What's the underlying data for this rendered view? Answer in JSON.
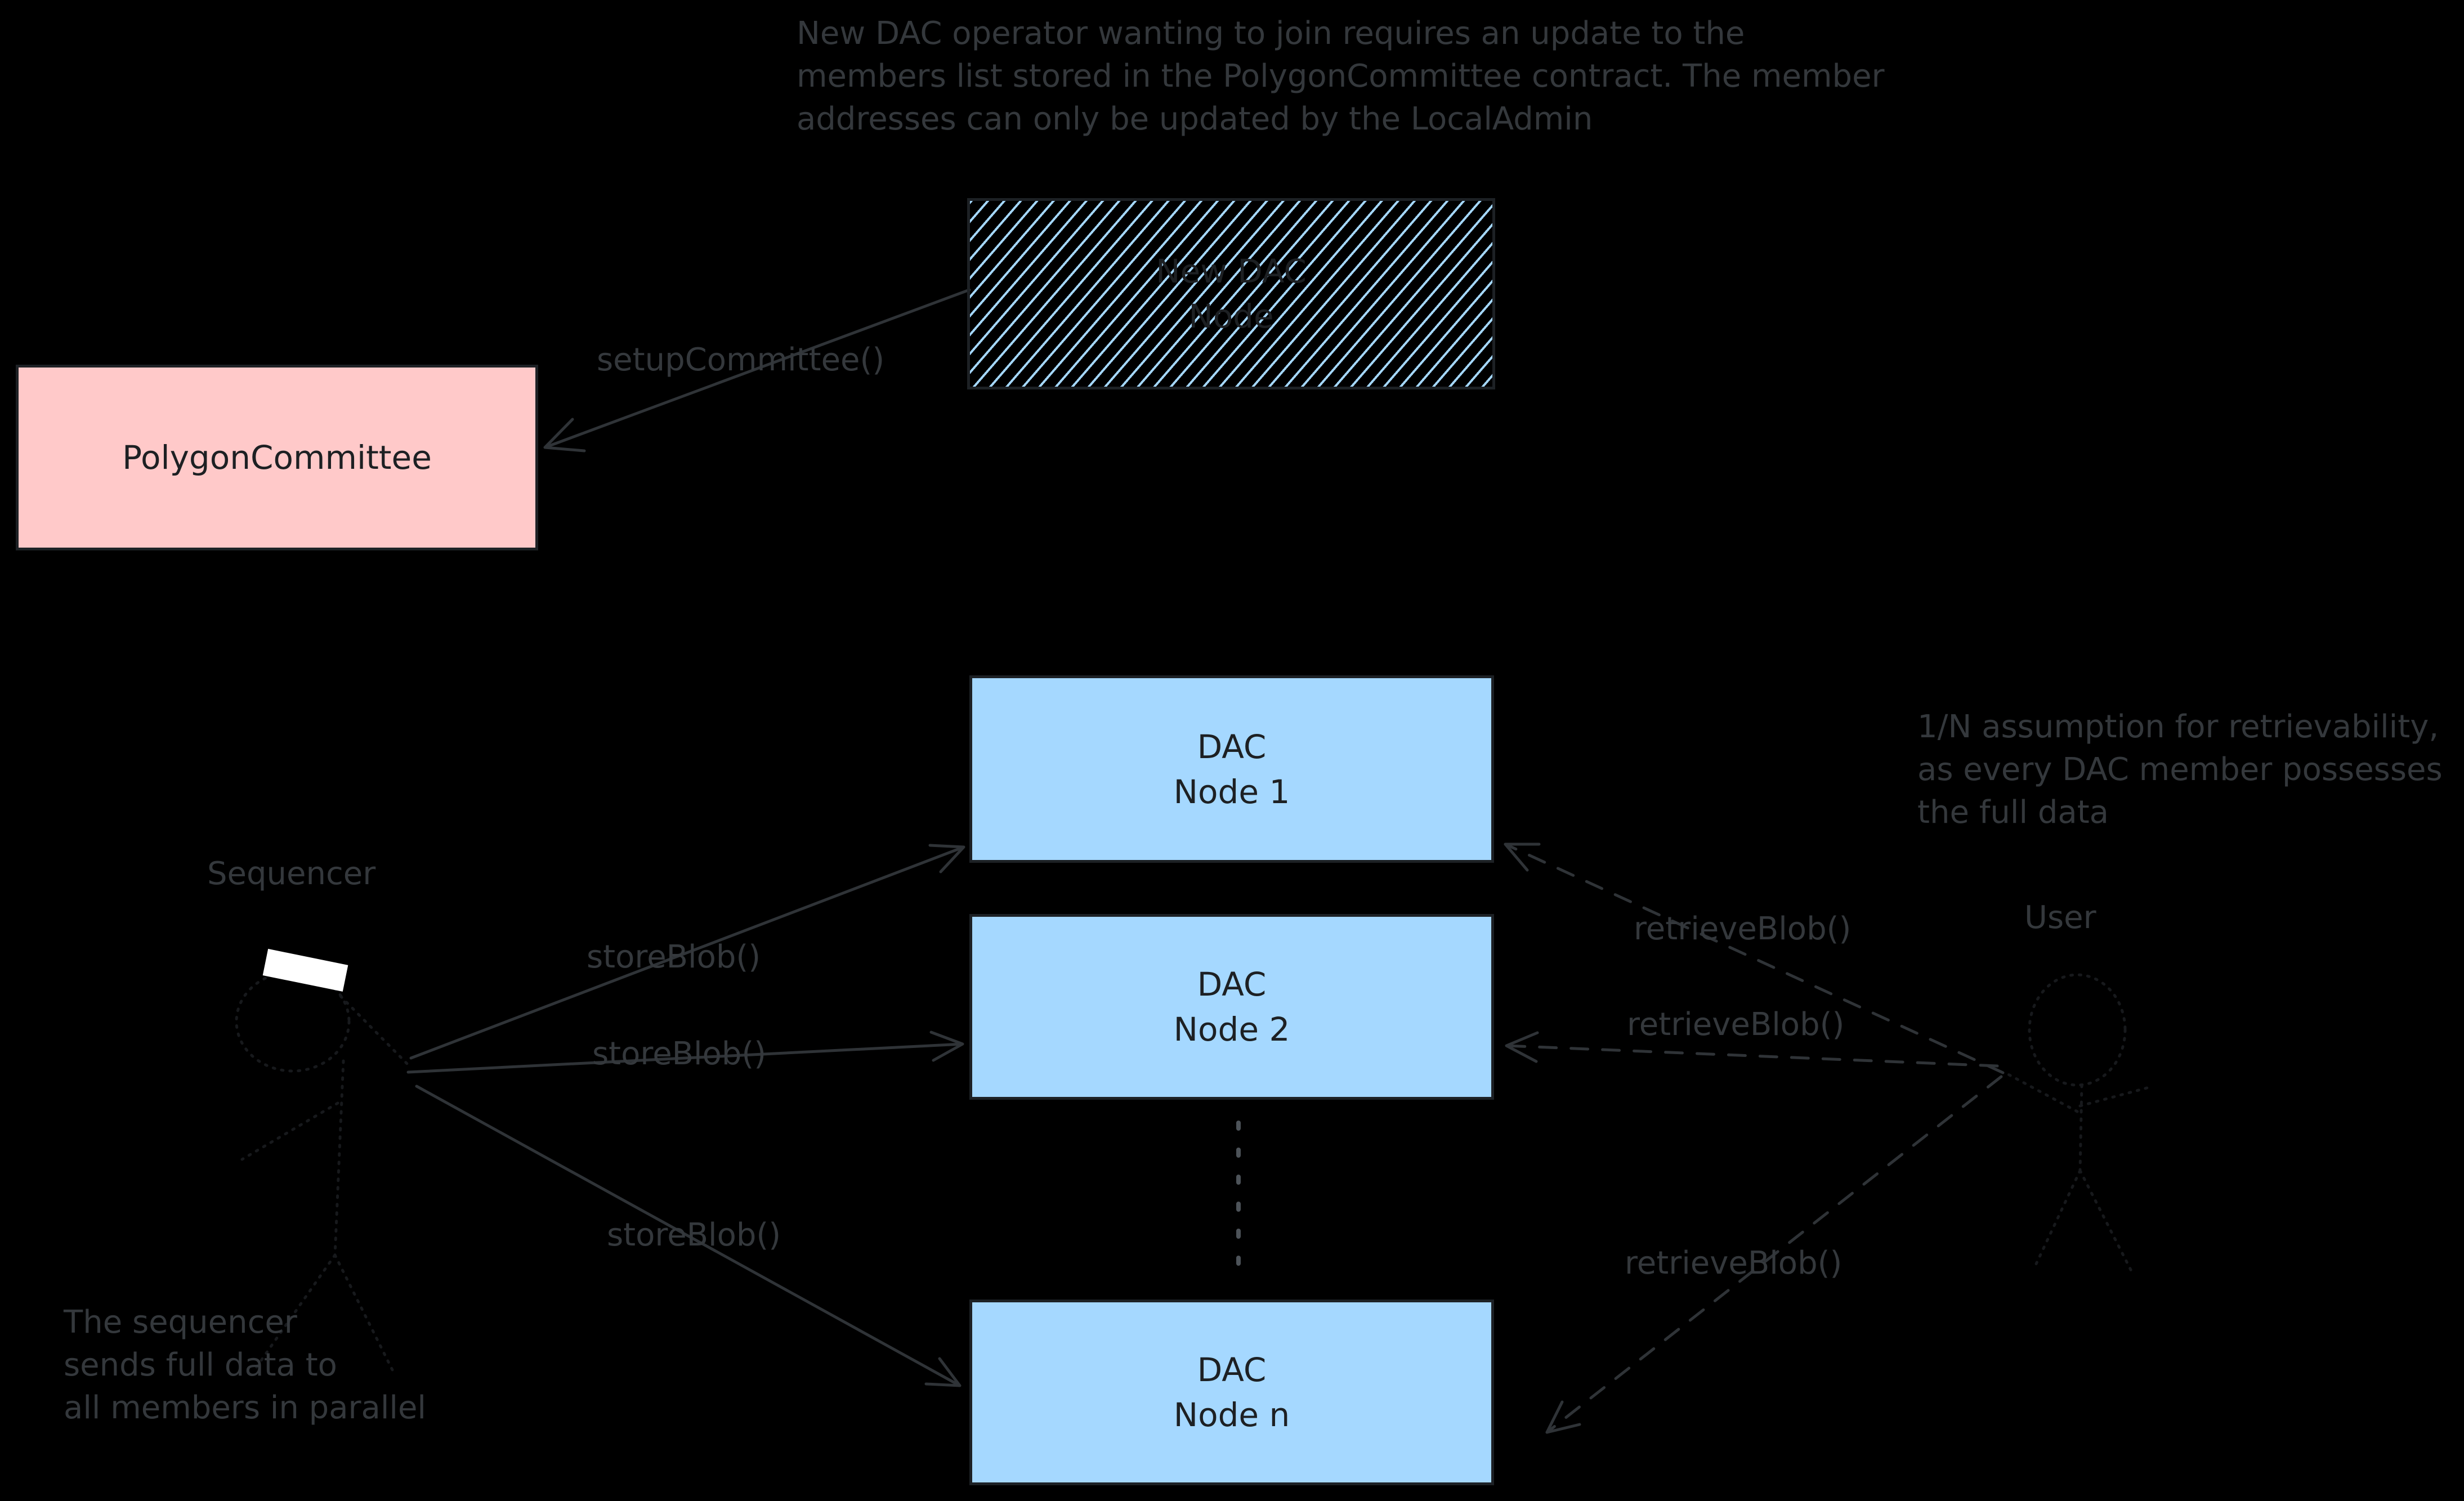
{
  "annotations": {
    "top_note": {
      "line1": "New DAC operator wanting to join requires an update to the",
      "line2": "members list stored in the PolygonCommittee contract. The member",
      "line3": "addresses can only be updated by the LocalAdmin"
    },
    "retrievability_note": {
      "line1": "1/N assumption for retrievability,",
      "line2": "as every DAC member possesses",
      "line3": "the full data"
    },
    "sequencer_note": {
      "line1": "The sequencer",
      "line2": "sends full data to",
      "line3": "all members in parallel"
    }
  },
  "actors": {
    "sequencer": "Sequencer",
    "user": "User"
  },
  "boxes": {
    "new_dac_node": {
      "line1": "New DAC",
      "line2": "Node"
    },
    "polygon_committee": {
      "label": "PolygonCommittee"
    },
    "dac_node_1": {
      "line1": "DAC",
      "line2": "Node 1"
    },
    "dac_node_2": {
      "line1": "DAC",
      "line2": "Node 2"
    },
    "dac_node_n": {
      "line1": "DAC",
      "line2": "Node n"
    }
  },
  "edges": {
    "setup_committee": "setupCommittee()",
    "store_blob_1": "storeBlob()",
    "store_blob_2": "storeBlob()",
    "store_blob_3": "storeBlob()",
    "retrieve_blob_1": "retrieveBlob()",
    "retrieve_blob_2": "retrieveBlob()",
    "retrieve_blob_3": "retrieveBlob()"
  },
  "colors": {
    "background": "#000000",
    "node_fill": "#a5d8ff",
    "committee_fill": "#ffc9c9",
    "hatch_line": "#a5d8ff",
    "box_border": "#1d2125",
    "box_text": "#1d2023",
    "annotation": "#34383c",
    "arrow": "#2f3337",
    "dotted": "#4d5359",
    "figure": "#17191c",
    "white_band": "#ffffff"
  }
}
